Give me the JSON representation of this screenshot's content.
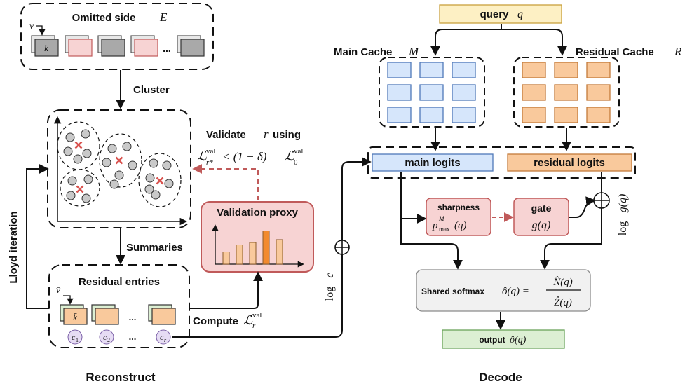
{
  "omitted_side": {
    "title": "Omitted side",
    "sym": "E",
    "v_label": "v",
    "k_label": "k",
    "ellipsis": "..."
  },
  "cluster_label": "Cluster",
  "validate": {
    "line1_prefix": "Validate",
    "line1_sym": "r",
    "line1_suffix": "using",
    "formula": {
      "L1": "ℒ",
      "sup1": "val",
      "sub1": "r*",
      "mid": "< (1 − δ)",
      "L2": "ℒ",
      "sup2": "val",
      "sub2": "0"
    }
  },
  "lloyd_label": "Lloyd iteration",
  "summaries_label": "Summaries",
  "validation_proxy": {
    "title": "Validation proxy",
    "bars": [
      0.35,
      0.55,
      0.62,
      0.95,
      0.7
    ]
  },
  "residual_entries": {
    "title": "Residual entries",
    "v_label": "v̄",
    "k_label": "k̄",
    "centroids": [
      {
        "sym": "c",
        "sub": "1"
      },
      {
        "sym": "c",
        "sub": "2"
      },
      {
        "sym": "c",
        "sub": "r"
      }
    ],
    "ellipsis": "..."
  },
  "compute": {
    "prefix": "Compute",
    "L": "ℒ",
    "sup": "val",
    "sub": "r"
  },
  "log_c": {
    "fn": "log",
    "sym": "c"
  },
  "section_labels": {
    "left": "Reconstruct",
    "right": "Decode"
  },
  "query": {
    "label": "query",
    "sym": "q"
  },
  "main_cache": {
    "label": "Main Cache",
    "sym": "M"
  },
  "residual_cache": {
    "label": "Residual Cache",
    "sym": "R"
  },
  "main_logits": "main logits",
  "residual_logits": "residual logits",
  "sharpness": {
    "label": "sharpness",
    "p": "p",
    "sup": "M",
    "sub": "max",
    "arg": "(q)"
  },
  "gate": {
    "label": "gate",
    "expr": "g(q)"
  },
  "log_g": {
    "fn": "log",
    "expr": "g(q)"
  },
  "shared_softmax": {
    "label": "Shared softmax",
    "lhs": "ô(q) =",
    "num": "N̂(q)",
    "den": "Ẑ(q)"
  },
  "output": {
    "label": "output",
    "expr": "ô(q)"
  },
  "colors": {
    "pink_fill": "#f7d3d3",
    "pink_stroke": "#c05a5a",
    "blue_fill": "#d6e6fb",
    "orange_fill": "#f9c99c",
    "gray_fill": "#a9a9a9",
    "yellow_fill": "#fdf0c4",
    "green_fill": "#dcefd3",
    "purple_fill": "#e6dcf4",
    "dot_fill": "#c9c9c9"
  }
}
